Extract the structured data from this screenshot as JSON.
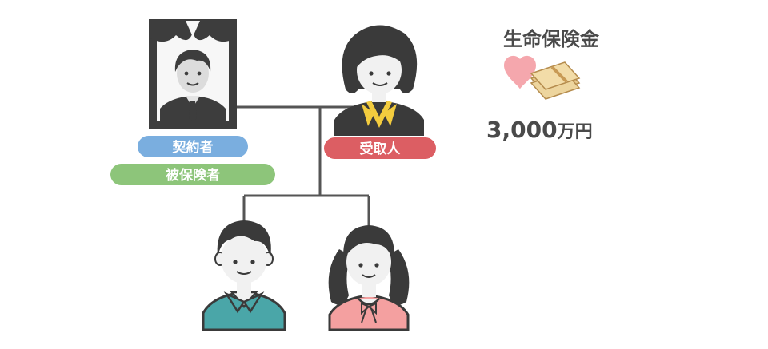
{
  "labels": {
    "policyholder": "契約者",
    "insured": "被保険者",
    "beneficiary": "受取人"
  },
  "insurance": {
    "title": "生命保険金",
    "amount": "3,000",
    "unit": "万円"
  },
  "colors": {
    "policyholder_pill": "#7aaedf",
    "insured_pill": "#8dc57a",
    "beneficiary_pill": "#dc5e63",
    "line": "#555555",
    "hair": "#3a3a3a",
    "skin": "#f1f1f1",
    "frame": "#3d3d3d",
    "son_shirt": "#4aa6a8",
    "daughter_shirt": "#f4a0a0",
    "mother_collar": "#f3cc3e",
    "heart": "#f5a7ad",
    "money": "#e6c88c"
  },
  "icons": {
    "deceased": "portrait-icon",
    "mother": "woman-icon",
    "son": "boy-icon",
    "daughter": "girl-icon",
    "money": "heart-money-icon"
  }
}
